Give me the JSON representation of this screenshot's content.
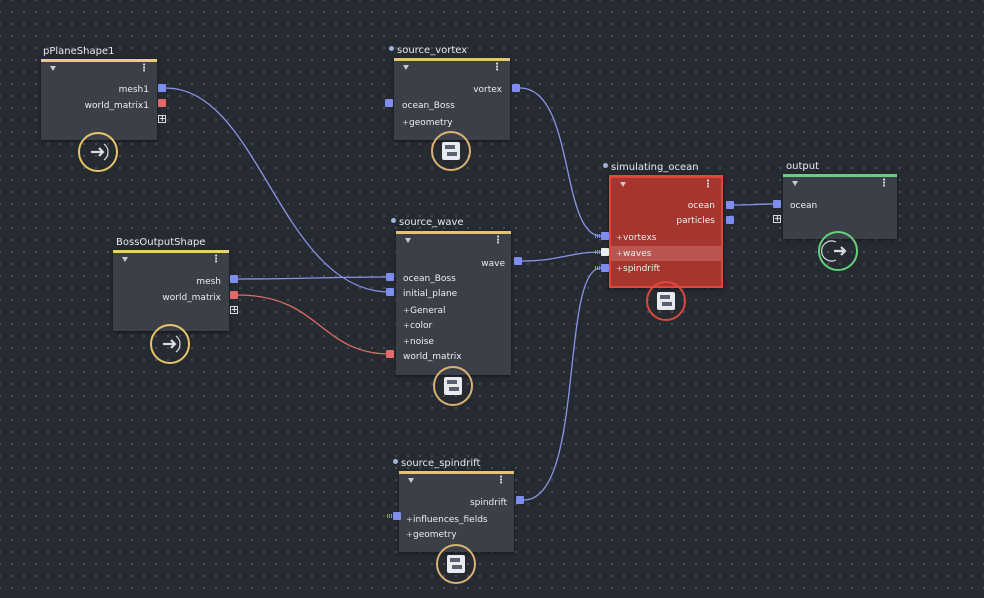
{
  "nodes": {
    "pPlaneShape1": {
      "title": "pPlaneShape1",
      "outputs": [
        "mesh1",
        "world_matrix1"
      ],
      "icon": "arrow-right-icon"
    },
    "BossOutputShape": {
      "title": "BossOutputShape",
      "outputs": [
        "mesh",
        "world_matrix"
      ],
      "icon": "arrow-right-icon"
    },
    "source_vortex": {
      "title": "source_vortex",
      "outputs": [
        "vortex"
      ],
      "inputs": [
        "ocean_Boss",
        "geometry"
      ],
      "icon": "compound-node-icon"
    },
    "source_wave": {
      "title": "source_wave",
      "outputs": [
        "wave"
      ],
      "inputs": [
        "ocean_Boss",
        "initial_plane",
        "General",
        "color",
        "noise",
        "world_matrix"
      ],
      "icon": "compound-node-icon"
    },
    "simulating_ocean": {
      "title": "simulating_ocean",
      "outputs": [
        "ocean",
        "particles"
      ],
      "inputs": [
        "vortexs",
        "waves",
        "spindrift"
      ],
      "icon": "compound-node-icon",
      "state": "selected"
    },
    "output": {
      "title": "output",
      "inputs": [
        "ocean"
      ],
      "icon": "arrow-circle-icon"
    },
    "source_spindrift": {
      "title": "source_spindrift",
      "outputs": [
        "spindrift"
      ],
      "inputs": [
        "influences_fields",
        "geometry"
      ],
      "icon": "compound-node-icon"
    }
  },
  "colors": {
    "canvas": "#262a31",
    "node_body": "#3a3f48",
    "header_tan": "#e3c27a",
    "header_green": "#65d07d",
    "selected_body": "#a6352d",
    "selected_border": "#e0463e",
    "port_blue": "#7f8cf0",
    "port_red": "#e26b67",
    "wire_blue": "#8b95e8",
    "wire_red": "#e06a66"
  },
  "connections": [
    {
      "from": "pPlaneShape1.mesh1",
      "to": "source_wave.initial_plane",
      "color": "blue"
    },
    {
      "from": "BossOutputShape.mesh",
      "to": "source_wave.ocean_Boss",
      "color": "blue"
    },
    {
      "from": "BossOutputShape.world_matrix",
      "to": "source_wave.world_matrix",
      "color": "red"
    },
    {
      "from": "source_vortex.vortex",
      "to": "simulating_ocean.vortexs",
      "color": "blue"
    },
    {
      "from": "source_wave.wave",
      "to": "simulating_ocean.waves",
      "color": "blue"
    },
    {
      "from": "source_spindrift.spindrift",
      "to": "simulating_ocean.spindrift",
      "color": "blue"
    },
    {
      "from": "simulating_ocean.ocean",
      "to": "output.ocean",
      "color": "blue"
    }
  ]
}
